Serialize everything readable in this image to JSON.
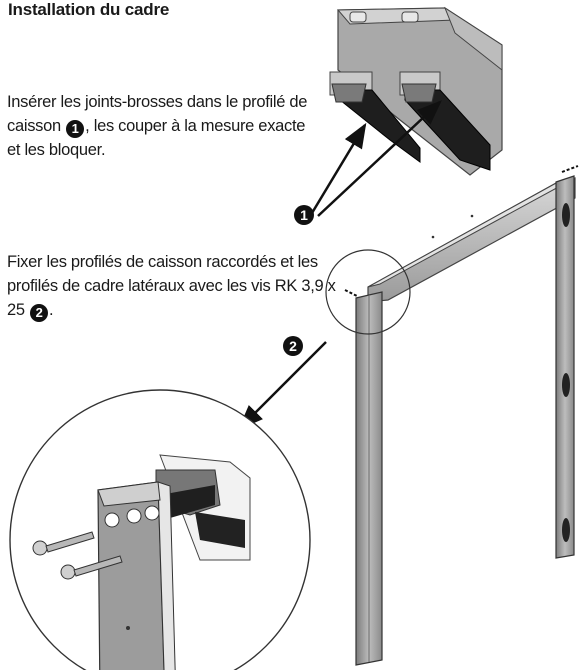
{
  "heading": "Installation du cadre",
  "step1": {
    "text_before": "Insérer les joints-brosses dans le profilé de caisson ",
    "callout": "1",
    "text_after": ", les couper à la mesure exacte et les bloquer."
  },
  "step2": {
    "text_before": "Fixer les profilés de caisson raccordés et les profilés de cadre latéraux avec les vis RK 3,9 x 25 ",
    "callout": "2",
    "text_after": "."
  },
  "markers": {
    "brush_seal": "1",
    "screw_detail": "2"
  }
}
